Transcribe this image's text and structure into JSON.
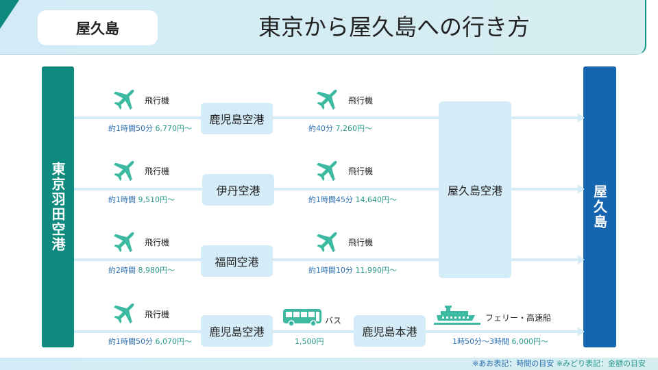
{
  "header": {
    "tag": "屋久島",
    "title": "東京から屋久島への行き方"
  },
  "origin": "東京羽田空港",
  "destination": "屋久島",
  "hub": "屋久島空港",
  "routes": [
    {
      "leg1": {
        "mode": "飛行機",
        "time": "約1時間50分",
        "price": "6,770円〜"
      },
      "via": "鹿児島空港",
      "leg2": {
        "mode": "飛行機",
        "time": "約40分",
        "price": "7,260円〜"
      }
    },
    {
      "leg1": {
        "mode": "飛行機",
        "time": "約1時間",
        "price": "9,510円〜"
      },
      "via": "伊丹空港",
      "leg2": {
        "mode": "飛行機",
        "time": "約1時間45分",
        "price": "14,640円〜"
      }
    },
    {
      "leg1": {
        "mode": "飛行機",
        "time": "約2時間",
        "price": "8,980円〜"
      },
      "via": "福岡空港",
      "leg2": {
        "mode": "飛行機",
        "time": "約1時間10分",
        "price": "11,990円〜"
      }
    },
    {
      "leg1": {
        "mode": "飛行機",
        "time": "約1時間50分",
        "price": "6,070円〜"
      },
      "via": "鹿児島空港",
      "leg2": {
        "mode": "バス",
        "price": "1,500円"
      },
      "via2": "鹿児島本港",
      "leg3": {
        "mode": "フェリー・高速船",
        "time": "1時50分〜3時間",
        "price": "6,000円〜"
      }
    }
  ],
  "footer": {
    "blue_note": "※あお表記：時間の目安",
    "green_note": "※みどり表記：金額の目安"
  },
  "colors": {
    "teal": "#0e8a7e",
    "blue": "#1565b0",
    "plane": "#3dbaa2",
    "box": "#d4ecf8"
  }
}
